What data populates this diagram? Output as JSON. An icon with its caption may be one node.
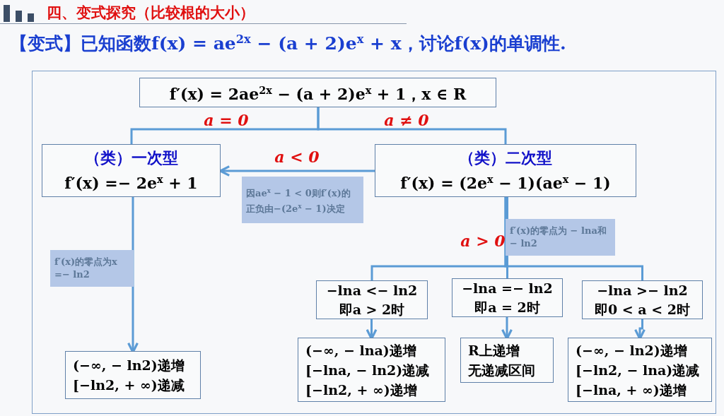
{
  "diagram": {
    "title": "四、变式探究（比较根的大小）",
    "nodes": [
      {
        "text": [
          "f′(x) = 2ae$^{2x}$ − (a + 2)e$^{x}$ + 1，x ∈ R"
        ]
      },
      {
        "text": [
          "（类）一次型",
          "f′(x) =− 2e$^{x}$ + 1"
        ]
      },
      {
        "text": [
          "（类）二次型",
          "f′(x) = (2e$^{x}$ − 1)(ae$^{x}$ − 1)"
        ]
      },
      {
        "text": [
          "因ae$^{x}$ − 1 < 0则f′(x)的正负由−(2e$^{x}$ − 1)决定"
        ]
      },
      {
        "text": [
          "f′(x)的零点为 − lna和 − ln2"
        ]
      },
      {
        "text": [
          "f′(x)的零点为x =− ln2"
        ]
      },
      {
        "text": [
          "(−∞, − ln2)递增",
          "[−ln2, + ∞)递减"
        ]
      },
      {
        "text": [
          "−lna <− ln2",
          "即a > 2时"
        ]
      },
      {
        "text": [
          "−lna =− ln2",
          "即a = 2时"
        ]
      },
      {
        "text": [
          "−lna >− ln2",
          "即0 < a < 2时"
        ]
      },
      {
        "text": [
          "(−∞, − lna)递增",
          "[−lna, − ln2)递减",
          "[−ln2, + ∞)递增"
        ]
      },
      {
        "text": [
          "R上递增",
          "无递减区间"
        ]
      },
      {
        "text": [
          "(−∞, − ln2)递增",
          "[−ln2, − lna)递减",
          "[−lna, + ∞)递增"
        ]
      }
    ],
    "edges": [
      {
        "from": 0,
        "to": 1,
        "arrow": "none",
        "label": "a = 0"
      },
      {
        "from": 0,
        "to": 2,
        "arrow": "none",
        "label": "a ≠ 0"
      },
      {
        "from": 2,
        "to": 1,
        "arrow": "to",
        "label": "a < 0"
      },
      {
        "from": 1,
        "to": 6,
        "arrow": "to"
      },
      {
        "from": 2,
        "to": 7,
        "arrow": "none"
      },
      {
        "from": 2,
        "to": 8,
        "arrow": "none",
        "label": "a > 0"
      },
      {
        "from": 2,
        "to": 9,
        "arrow": "none"
      },
      {
        "from": 7,
        "to": 10,
        "arrow": "to"
      },
      {
        "from": 8,
        "to": 11,
        "arrow": "to"
      },
      {
        "from": 9,
        "to": 12,
        "arrow": "to"
      }
    ],
    "labels": [
      "【变式】已知函数f(x) = ae$^{2x}$ − (a + 2)e$^{x}$ + x，讨论f(x)的单调性."
    ]
  }
}
